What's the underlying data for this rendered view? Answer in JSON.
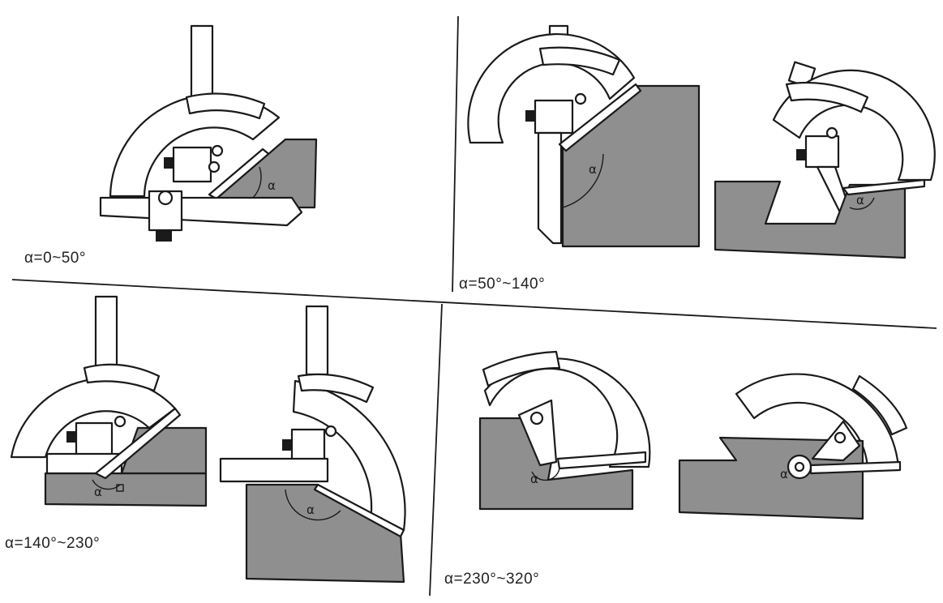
{
  "labels": {
    "q1": "α=0~50°",
    "q2": "α=50°~140°",
    "q3": "α=140°~230°",
    "q4": "α=230°~320°"
  },
  "angle_symbol": "α",
  "colors": {
    "block": "#8f8f8f",
    "line": "#1a1a1a",
    "background": "#ffffff"
  }
}
